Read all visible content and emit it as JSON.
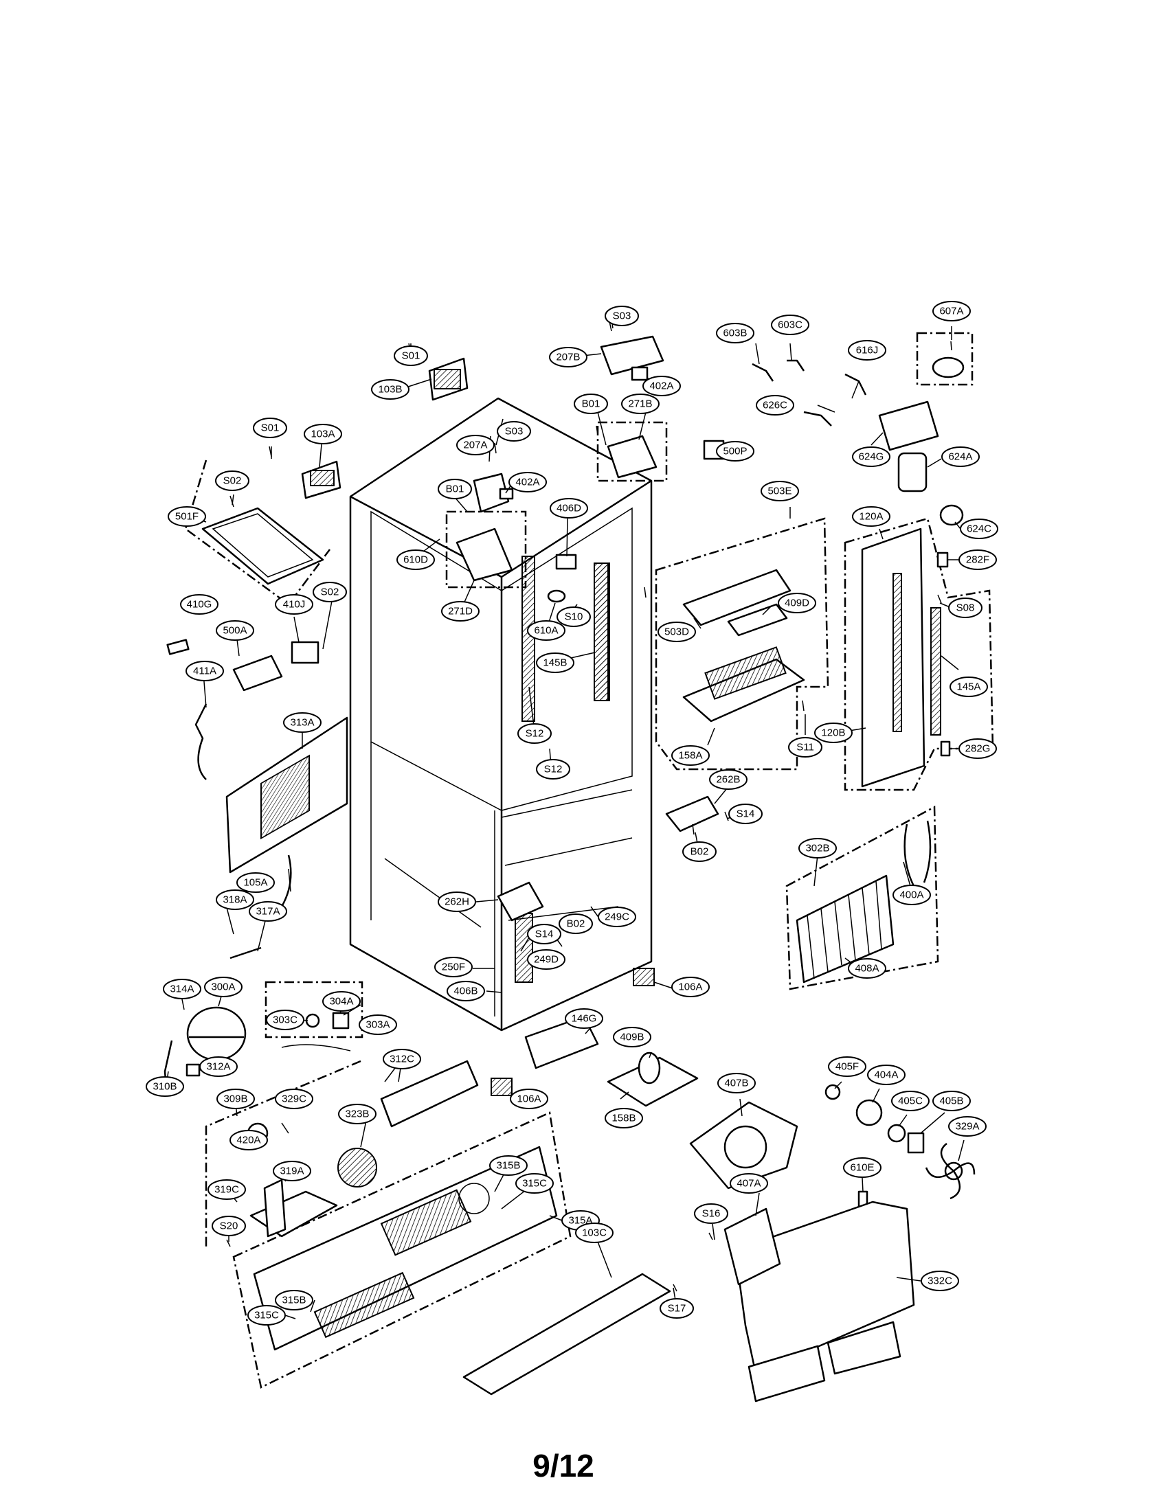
{
  "page_number": "9/12",
  "callouts": {
    "S01a": "S01",
    "S01b": "S01",
    "S02a": "S02",
    "S02b": "S02",
    "S03a": "S03",
    "S03b": "S03",
    "B01a": "B01",
    "B01b": "B01",
    "B02a": "B02",
    "B02b": "B02",
    "S08": "S08",
    "S10": "S10",
    "S11": "S11",
    "S12a": "S12",
    "S12b": "S12",
    "S14a": "S14",
    "S14b": "S14",
    "S16": "S16",
    "S17": "S17",
    "S20": "S20",
    "103A": "103A",
    "103B": "103B",
    "103C": "103C",
    "105A": "105A",
    "106Aa": "106A",
    "106Ab": "106A",
    "120A": "120A",
    "120B": "120B",
    "145A": "145A",
    "145B": "145B",
    "146G": "146G",
    "158A": "158A",
    "158B": "158B",
    "207A": "207A",
    "207B": "207B",
    "249C": "249C",
    "249D": "249D",
    "250F": "250F",
    "262B": "262B",
    "262H": "262H",
    "271Ba": "271B",
    "271D": "271D",
    "282F": "282F",
    "282G": "282G",
    "300A": "300A",
    "302B": "302B",
    "303A": "303A",
    "303C": "303C",
    "304A": "304A",
    "309B": "309B",
    "310B": "310B",
    "312A": "312A",
    "312C": "312C",
    "313A": "313A",
    "314A": "314A",
    "315A": "315A",
    "315Ba": "315B",
    "315Bb": "315B",
    "315Ca": "315C",
    "315Cb": "315C",
    "317A": "317A",
    "318A": "318A",
    "319A": "319A",
    "319C": "319C",
    "323B": "323B",
    "329A": "329A",
    "329C": "329C",
    "332C": "332C",
    "400A": "400A",
    "402Aa": "402A",
    "402Ab": "402A",
    "404A": "404A",
    "405B": "405B",
    "405C": "405C",
    "405F": "405F",
    "406B": "406B",
    "406D": "406D",
    "407A": "407A",
    "407B": "407B",
    "408A": "408A",
    "409B": "409B",
    "409D": "409D",
    "410G": "410G",
    "410J": "410J",
    "411A": "411A",
    "420A": "420A",
    "500A": "500A",
    "500P": "500P",
    "501F": "501F",
    "503D": "503D",
    "503E": "503E",
    "603B": "603B",
    "603C": "603C",
    "607A": "607A",
    "610A": "610A",
    "610D": "610D",
    "610E": "610E",
    "616J": "616J",
    "624A": "624A",
    "624C": "624C",
    "624G": "624G",
    "626C": "626C"
  }
}
